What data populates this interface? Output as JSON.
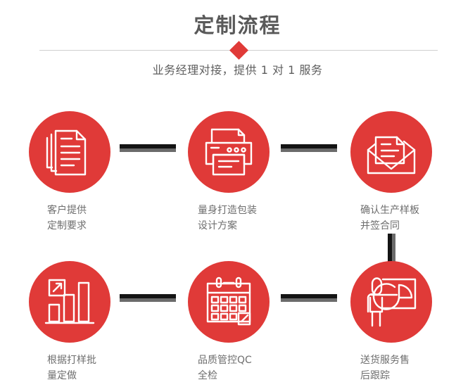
{
  "header": {
    "title": "定制流程",
    "subtitle": "业务经理对接，提供 1 对 1 服务",
    "accent_color": "#e03a38",
    "title_color": "#595959",
    "divider_color": "#cfcfcf"
  },
  "connectors": {
    "dark_color": "#141414",
    "gray_color": "#6b6b6b"
  },
  "steps": [
    {
      "index": 1,
      "icon": "documents-stack-icon",
      "label_line1": "客户提供",
      "label_line2": "定制要求"
    },
    {
      "index": 2,
      "icon": "printer-icon",
      "label_line1": "量身打造包装",
      "label_line2": "设计方案"
    },
    {
      "index": 3,
      "icon": "envelope-document-icon",
      "label_line1": "确认生产样板",
      "label_line2": "并签合同"
    },
    {
      "index": 4,
      "icon": "bar-chart-growth-icon",
      "label_line1": "根据打样批",
      "label_line2": "量定做"
    },
    {
      "index": 5,
      "icon": "calendar-check-icon",
      "label_line1": "品质管控QC",
      "label_line2": "全检"
    },
    {
      "index": 6,
      "icon": "presentation-person-icon",
      "label_line1": "送货服务售",
      "label_line2": "后跟踪"
    }
  ]
}
